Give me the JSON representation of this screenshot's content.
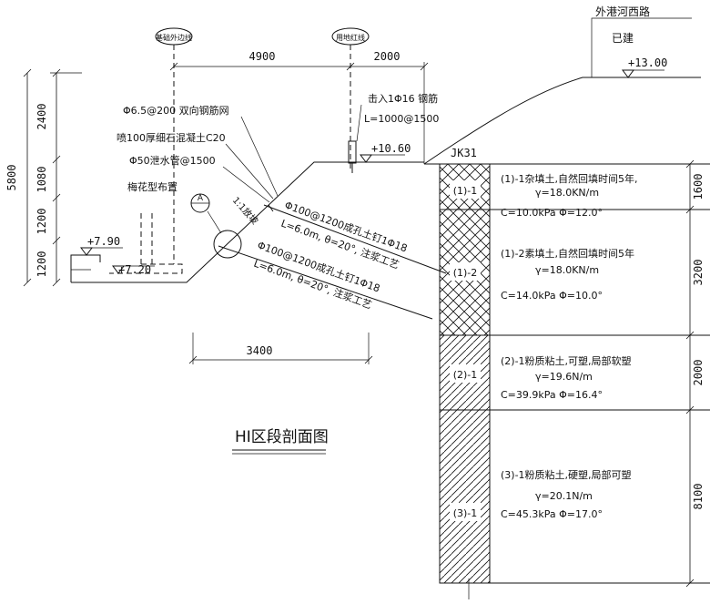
{
  "axes": {
    "left_axis_label": "基础外边线",
    "mid_axis_label": "用地红线"
  },
  "dims_top": {
    "d1": "4900",
    "d2": "2000"
  },
  "dim_bottom": "3400",
  "dims_left": {
    "total": "5800",
    "a": "2400",
    "b": "1080",
    "c": "1200",
    "d": "1200"
  },
  "dims_right": {
    "r1": "1600",
    "r2": "3200",
    "r3": "2000",
    "r4": "8100"
  },
  "road": {
    "name": "外港河西路",
    "status": "已建",
    "elev": "+13.00"
  },
  "elevations": {
    "top": "+10.60",
    "left": "+7.90",
    "bottom": "+7.20"
  },
  "borehole": "JK31",
  "notes": {
    "mesh": "Φ6.5@200 双向钢筋网",
    "shotcrete": "喷100厚细石混凝土C20",
    "drain": "Φ50泄水管@1500",
    "drain_layout": "梅花型布置",
    "rebar": "击入1Φ16 钢筋",
    "rebar_len": "L=1000@1500",
    "slope": "1:1放坡",
    "callout": "A"
  },
  "nails": [
    {
      "l1": "Φ100@1200成孔土钉1Φ18",
      "l2": "L=6.0m, θ=20°, 注浆工艺"
    },
    {
      "l1": "Φ100@1200成孔土钉1Φ18",
      "l2": "L=6.0m, θ=20°, 注浆工艺"
    }
  ],
  "layers": [
    {
      "tag": "(1)-1",
      "l1": "(1)-1杂填土,自然回填时间5年,",
      "l2": "γ=18.0KN/m",
      "l3": "C=10.0kPa  Φ=12.0°"
    },
    {
      "tag": "(1)-2",
      "l1": "(1)-2素填土,自然回填时间5年",
      "l2": "γ=18.0KN/m",
      "l3": "C=14.0kPa  Φ=10.0°"
    },
    {
      "tag": "(2)-1",
      "l1": "(2)-1粉质粘土,可塑,局部软塑",
      "l2": "γ=19.6N/m",
      "l3": "C=39.9kPa  Φ=16.4°"
    },
    {
      "tag": "(3)-1",
      "l1": "(3)-1粉质粘土,硬塑,局部可塑",
      "l2": "γ=20.1N/m",
      "l3": "C=45.3kPa  Φ=17.0°"
    }
  ],
  "title": "HI区段剖面图"
}
